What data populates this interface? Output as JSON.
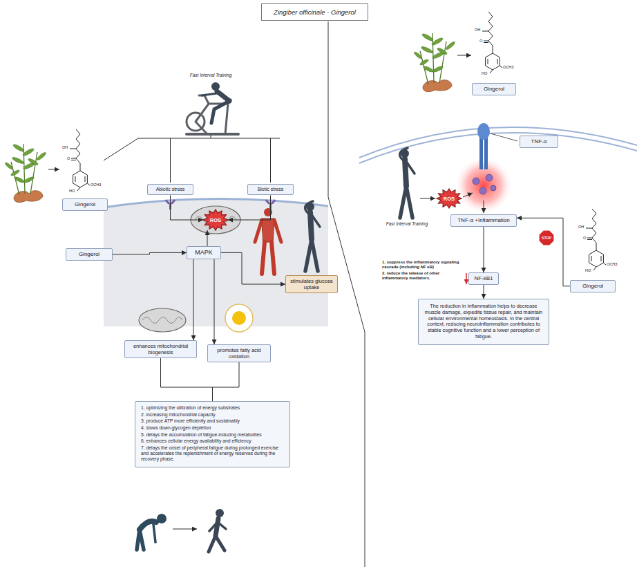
{
  "diagram": {
    "title": "Zingiber officinale - Gingerol",
    "nodes": [
      {
        "text": [
          "Gingerol"
        ]
      },
      {
        "text": [
          "Abiotic stress"
        ]
      },
      {
        "text": [
          "Biotic stress"
        ]
      },
      {
        "text": [
          "ROS"
        ]
      },
      {
        "text": [
          "Gingerol"
        ]
      },
      {
        "text": [
          "MAPK"
        ]
      },
      {
        "text": [
          "stimulates glucose uptake"
        ]
      },
      {
        "text": [
          "enhances mitochondrial biogenesis"
        ]
      },
      {
        "text": [
          "promotes fatty acid oxidation"
        ]
      },
      {
        "text": [
          "1. optimizing the utilization of energy substrates",
          "2. increasing mitochondrial capacity",
          "3. produce ATP more efficiently and sustainably",
          "4. slows down glycogen depletion",
          "5. delays the accumulation of fatigue-inducing metabolites",
          "6. enhances cellular energy availability and efficiency",
          "7. delays the onset of peripheral fatigue during prolonged exercise and accelerates the replenishment of energy reserves during the recovery phase."
        ]
      },
      {
        "text": [
          "Gingerol"
        ]
      },
      {
        "text": [
          "TNF-α"
        ]
      },
      {
        "text": [
          "ROS"
        ]
      },
      {
        "text": [
          "TNF-α +Inflammation"
        ]
      },
      {
        "text": [
          "STOP"
        ]
      },
      {
        "text": [
          "NF-kB1"
        ]
      },
      {
        "text": [
          "Gingerol"
        ]
      },
      {
        "text": [
          "The reduction in inflammation helps to decrease muscle damage, expedite tissue repair, and maintain cellular environmental homeostasis. In the central context, reducing neuroinflammation contributes to stable cognitive function and a lower perception of fatigue."
        ]
      }
    ],
    "edges": [
      {
        "from": 1,
        "to": 3,
        "arrow": "to"
      },
      {
        "from": 2,
        "to": 3,
        "arrow": "to"
      },
      {
        "from": 4,
        "to": 5,
        "arrow": "to"
      },
      {
        "from": 5,
        "to": 3,
        "arrow": "to"
      },
      {
        "from": 5,
        "to": 6,
        "arrow": "to"
      },
      {
        "from": 5,
        "to": 7,
        "arrow": "to"
      },
      {
        "from": 5,
        "to": 8,
        "arrow": "to"
      },
      {
        "from": 7,
        "to": 9,
        "arrow": "none"
      },
      {
        "from": 8,
        "to": 9,
        "arrow": "none"
      },
      {
        "from": 13,
        "to": 15,
        "arrow": "to"
      },
      {
        "from": 15,
        "to": 17,
        "arrow": "to"
      },
      {
        "from": 16,
        "to": 13,
        "arrow": "to"
      }
    ],
    "labels": [
      "Fast Interval Training",
      "Fast Interval Training",
      "1. suppress the inflammatory signaling cascade (including NF κB)",
      "2. reduce the release of other inflammatory mediators.",
      "OH",
      "O",
      "OCH3",
      "HO",
      "OH",
      "O",
      "OCH3",
      "HO",
      "OH",
      "O",
      "OCH3",
      "HO"
    ]
  }
}
